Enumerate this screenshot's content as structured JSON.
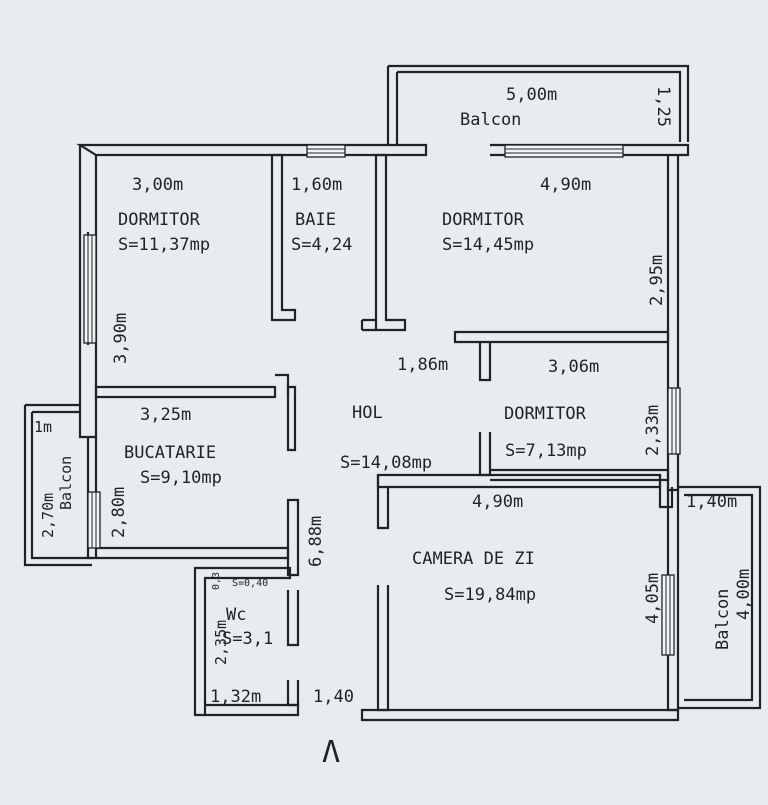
{
  "rooms": {
    "balcon_top": {
      "name": "Balcon",
      "width": "5,00m",
      "depth": "1,25"
    },
    "dormitor_1": {
      "name": "DORMITOR",
      "area": "S=11,37mp",
      "width": "3,00m",
      "height": "3,90m"
    },
    "baie": {
      "name": "BAIE",
      "area": "S=4,24",
      "width": "1,60m"
    },
    "dormitor_2": {
      "name": "DORMITOR",
      "area": "S=14,45mp",
      "width": "4,90m",
      "height": "2,95m"
    },
    "hol": {
      "name": "HOL",
      "area": "S=14,08mp",
      "width": "1,86m",
      "length": "6,88m"
    },
    "dormitor_3": {
      "name": "DORMITOR",
      "area": "S=7,13mp",
      "width": "3,06m",
      "height": "2,33m"
    },
    "bucatarie": {
      "name": "BUCATARIE",
      "area": "S=9,10mp",
      "width": "3,25m",
      "height": "2,80m"
    },
    "balcon_left": {
      "name": "Balcon",
      "width": "1m",
      "height": "2,70m"
    },
    "camera_de_zi": {
      "name": "CAMERA DE ZI",
      "area": "S=19,84mp",
      "width": "4,90m",
      "height": "4,05m"
    },
    "balcon_right": {
      "name": "Balcon",
      "width": "1,40m",
      "height": "4,00m"
    },
    "wc": {
      "name": "Wc",
      "area": "S=3,1",
      "width": "1,32m",
      "height": "2,35m",
      "note_a": "0,3",
      "note_b": "S=0,40"
    }
  },
  "entrance": {
    "width": "1,40",
    "symbol": "Λ"
  }
}
